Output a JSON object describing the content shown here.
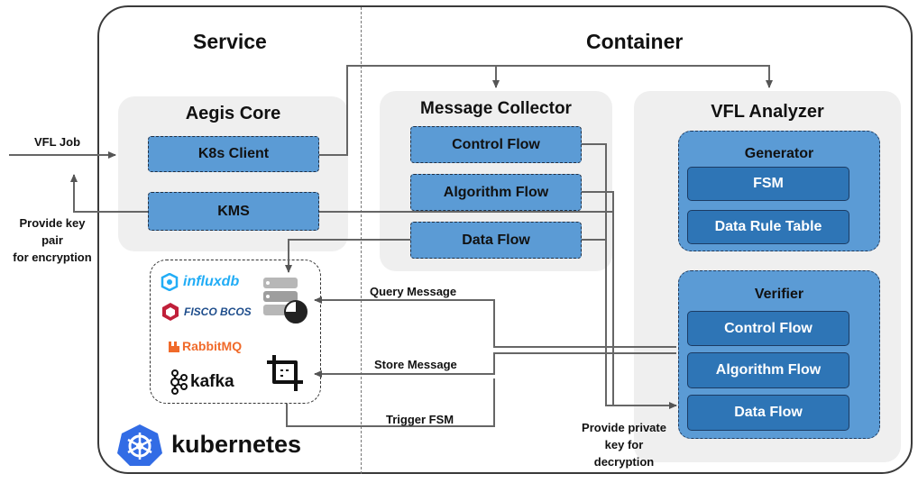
{
  "headers": {
    "service": "Service",
    "container": "Container"
  },
  "aegis": {
    "title": "Aegis Core",
    "k8s_client": "K8s Client",
    "kms": "KMS"
  },
  "collector": {
    "title": "Message Collector",
    "control_flow": "Control Flow",
    "algorithm_flow": "Algorithm Flow",
    "data_flow": "Data Flow"
  },
  "analyzer": {
    "title": "VFL Analyzer",
    "generator": {
      "title": "Generator",
      "fsm": "FSM",
      "rule_table": "Data Rule Table"
    },
    "verifier": {
      "title": "Verifier",
      "control_flow": "Control Flow",
      "algorithm_flow": "Algorithm Flow",
      "data_flow": "Data Flow"
    }
  },
  "labels": {
    "vfl_job": "VFL Job",
    "provide_key_pair": [
      "Provide key",
      "pair",
      "for encryption"
    ],
    "query_message": "Query Message",
    "store_message": "Store Message",
    "trigger_fsm": "Trigger FSM",
    "provide_private_key": [
      "Provide private",
      "key for",
      "decryption"
    ]
  },
  "logos": {
    "influxdb": "influxdb",
    "fisco": "FISCO BCOS",
    "rabbitmq": "RabbitMQ",
    "kafka": "kafka",
    "kubernetes": "kubernetes"
  },
  "colors": {
    "box_light": "#5b9bd5",
    "box_dark": "#2e75b6",
    "panel": "#efefef",
    "line": "#666666"
  }
}
